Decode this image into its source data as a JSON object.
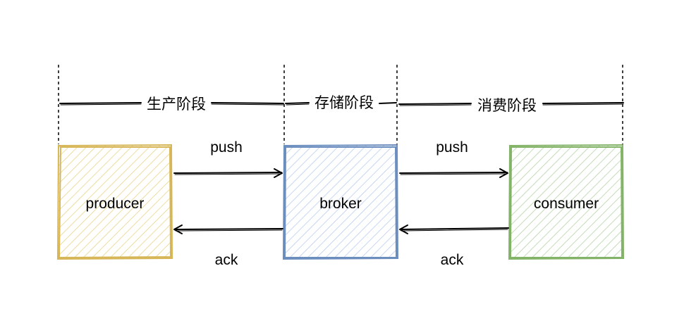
{
  "stages": [
    {
      "label": "生产阶段"
    },
    {
      "label": "存储阶段"
    },
    {
      "label": "消费阶段"
    }
  ],
  "nodes": {
    "producer": {
      "label": "producer",
      "stroke": "#d6b656",
      "fill": "#fff2cc"
    },
    "broker": {
      "label": "broker",
      "stroke": "#6c8ebf",
      "fill": "#dae8fc"
    },
    "consumer": {
      "label": "consumer",
      "stroke": "#82b366",
      "fill": "#d5e8d4"
    }
  },
  "edges": {
    "push1": {
      "label": "push"
    },
    "push2": {
      "label": "push"
    },
    "ack1": {
      "label": "ack"
    },
    "ack2": {
      "label": "ack"
    }
  }
}
